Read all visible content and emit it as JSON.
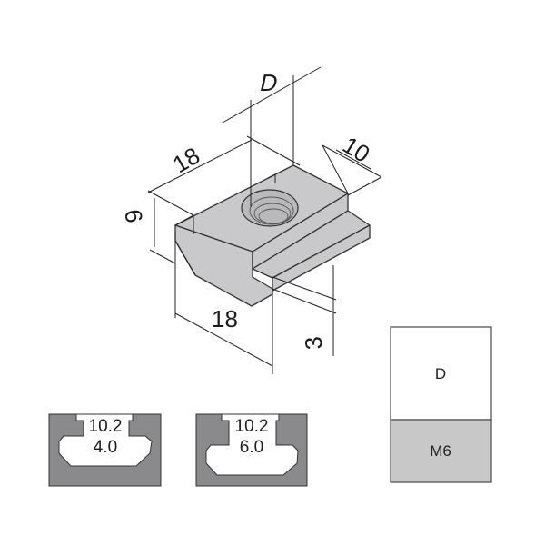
{
  "drawing": {
    "dimensions": {
      "thread_label": "D",
      "top_length": "18",
      "width": "10",
      "height": "9",
      "bottom_length": "18",
      "flange": "3"
    }
  },
  "profiles": [
    {
      "slot_width": "10.2",
      "depth": "4.0"
    },
    {
      "slot_width": "10.2",
      "depth": "6.0"
    }
  ],
  "table": {
    "header": "D",
    "value": "M6"
  },
  "colors": {
    "part": "#c9c9cb",
    "profile": "#8a8a8c",
    "table_value_bg": "#c8c8c8"
  }
}
